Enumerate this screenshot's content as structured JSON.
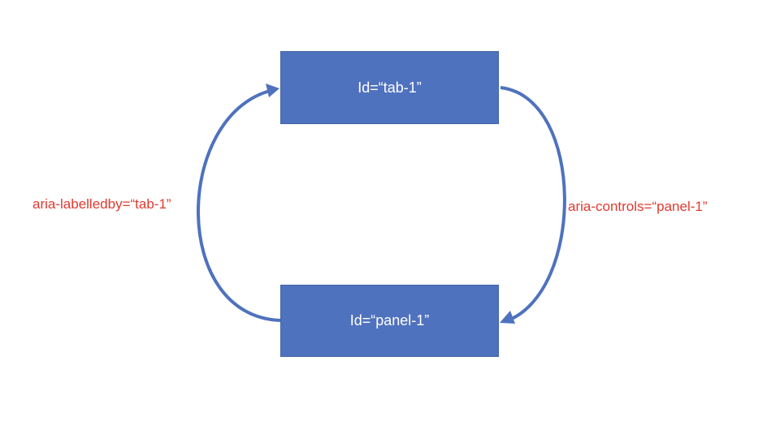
{
  "colors": {
    "box_fill": "#4f72be",
    "arrow": "#4f72be",
    "label_text": "#e03a2f",
    "box_text": "#ffffff"
  },
  "nodes": {
    "tab": {
      "label": "Id=“tab-1”"
    },
    "panel": {
      "label": "Id=“panel-1”"
    }
  },
  "edges": {
    "controls": {
      "label": "aria-controls=“panel-1”",
      "from": "tab",
      "to": "panel"
    },
    "labelledby": {
      "label": "aria-labelledby=“tab-1”",
      "from": "panel",
      "to": "tab"
    }
  }
}
